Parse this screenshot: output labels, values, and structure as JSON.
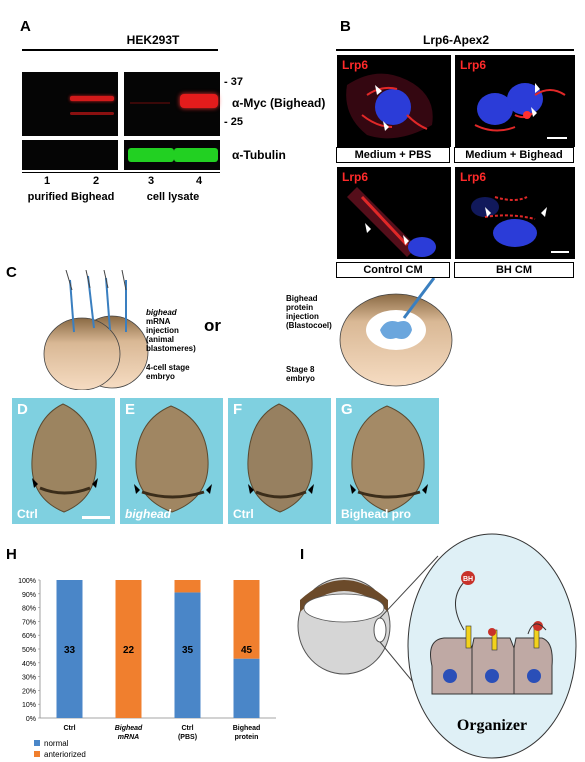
{
  "panels": {
    "A": "A",
    "B": "B",
    "C": "C",
    "D": "D",
    "E": "E",
    "F": "F",
    "G": "G",
    "H": "H",
    "I": "I"
  },
  "panelA": {
    "cell_line": "HEK293T",
    "marker_37": "- 37",
    "marker_25": "- 25",
    "myc_label": "α-Myc (Bighead)",
    "tubulin_label": "α-Tubulin",
    "lanes": [
      "1",
      "2",
      "3",
      "4"
    ],
    "group_left": "purified Bighead",
    "group_right": "cell lysate"
  },
  "panelB": {
    "title": "Lrp6-Apex2",
    "channel": "Lrp6",
    "captions": [
      "Medium + PBS",
      "Medium + Bighead",
      "Control CM",
      "BH CM"
    ]
  },
  "panelC": {
    "left_text": [
      "bighead",
      "mRNA",
      "injection",
      "(animal",
      "blastomeres)"
    ],
    "left_stage": [
      "4-cell stage",
      "embryo"
    ],
    "or": "or",
    "right_text": [
      "Bighead",
      "protein",
      "injection",
      "(Blastocoel)"
    ],
    "right_stage": [
      "Stage 8",
      "embryo"
    ]
  },
  "embryos": [
    {
      "letter": "D",
      "label": "Ctrl"
    },
    {
      "letter": "E",
      "label": "bighead"
    },
    {
      "letter": "F",
      "label": "Ctrl"
    },
    {
      "letter": "G",
      "label": "Bighead pro"
    }
  ],
  "chart_data": {
    "type": "bar",
    "stacked": true,
    "categories": [
      "Ctrl",
      "Bighead mRNA",
      "Ctrl (PBS)",
      "Bighead protein"
    ],
    "category_lines": [
      [
        "Ctrl"
      ],
      [
        "Bighead",
        "mRNA"
      ],
      [
        "Ctrl",
        "(PBS)"
      ],
      [
        "Bighead",
        "protein"
      ]
    ],
    "series": [
      {
        "name": "normal",
        "color": "#4a86c8",
        "values": [
          100,
          0,
          91,
          43
        ]
      },
      {
        "name": "anteriorized",
        "color": "#f07f2e",
        "values": [
          0,
          100,
          9,
          57
        ]
      }
    ],
    "bar_counts": [
      "33",
      "22",
      "35",
      "45"
    ],
    "ylim": [
      0,
      100
    ],
    "yticks": [
      "0%",
      "10%",
      "20%",
      "30%",
      "40%",
      "50%",
      "60%",
      "70%",
      "80%",
      "90%",
      "100%"
    ],
    "legend_position": "bottom-left"
  },
  "panelI": {
    "organizer": "Organizer",
    "bh": "BH"
  }
}
